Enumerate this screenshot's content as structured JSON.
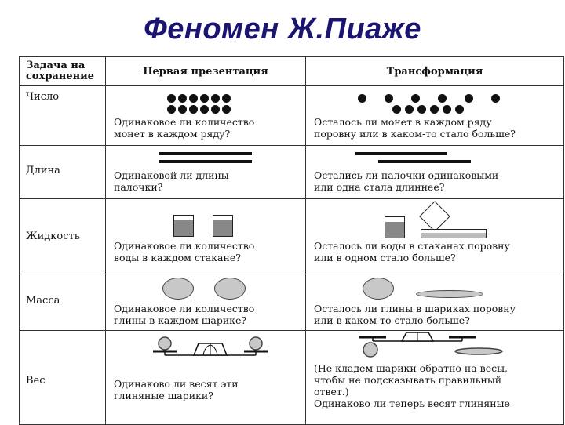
{
  "title": "Феномен Ж.Пиаже",
  "columns": [
    "Задача на сохранение",
    "Первая презентация",
    "Трансформация"
  ],
  "rows": [
    {
      "task": "Число",
      "first_question": "Одинаковое ли количество\nмонет в каждом ряду?",
      "transform_question": "Осталось ли монет в каждом ряду\nпоровну или в каком-то стало больше?"
    },
    {
      "task": "Длина",
      "first_question": "Одинаковой ли длины\nпалочки?",
      "transform_question": "Остались ли палочки одинаковыми\nили одна стала длиннее?"
    },
    {
      "task": "Жидкость",
      "first_question": "Одинаковое ли количество\nводы в каждом стакане?",
      "transform_question": "Осталось ли воды в стаканах поровну\nили в одном стало больше?"
    },
    {
      "task": "Масса",
      "first_question": "Одинаковое ли количество\nглины в каждом шарике?",
      "transform_question": "Осталось ли глины в шариках поровну\nили в каком-то стало больше?"
    },
    {
      "task": "Вес",
      "first_question": "Одинаково ли весят эти\nглиняные шарики?",
      "transform_question": "(Не кладем шарики обратно на весы,\nчтобы не подсказывать правильный\nответ.)\nОдинаково ли теперь весят глиняные"
    }
  ],
  "icons": {
    "coins": "coin-icon",
    "sticks": "stick-icon",
    "glasses": "glass-icon",
    "clay": "clay-ball-icon",
    "scales": "balance-scale-icon"
  },
  "colors": {
    "title": "#1a1570",
    "fill": "#888888",
    "clay": "#c8c8c8"
  }
}
